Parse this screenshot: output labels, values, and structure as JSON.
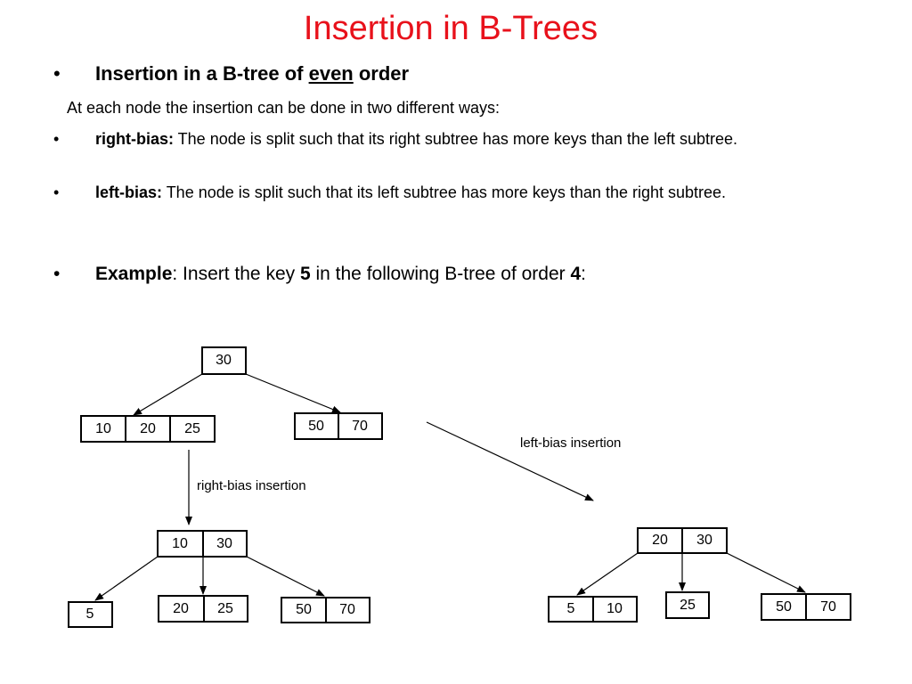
{
  "title": "Insertion in B-Trees",
  "heading": {
    "bullet": "•",
    "prefix": "Insertion in a B-tree of ",
    "emph": "even",
    "suffix": " order"
  },
  "intro": "At each node the insertion can be done in two different ways:",
  "bullets": [
    {
      "bullet": "•",
      "term": "right-bias:",
      "text": " The node is split such that its right subtree has more keys than the left subtree."
    },
    {
      "bullet": "•",
      "term": "left-bias:",
      "text": " The node is split such that its left subtree has more keys than the right subtree."
    }
  ],
  "example": {
    "bullet": "•",
    "term": "Example",
    "t1": ": Insert the key ",
    "key": "5",
    "t2": " in the following B-tree of order ",
    "order": "4",
    "t3": ":"
  },
  "diagram": {
    "original": {
      "root": [
        "30"
      ],
      "left": [
        "10",
        "20",
        "25"
      ],
      "right": [
        "50",
        "70"
      ]
    },
    "right_bias_label": "right-bias insertion",
    "left_bias_label": "left-bias insertion",
    "right_bias_result": {
      "root": [
        "10",
        "30"
      ],
      "children": [
        [
          "5"
        ],
        [
          "20",
          "25"
        ],
        [
          "50",
          "70"
        ]
      ]
    },
    "left_bias_result": {
      "root": [
        "20",
        "30"
      ],
      "children": [
        [
          "5",
          "10"
        ],
        [
          "25"
        ],
        [
          "50",
          "70"
        ]
      ]
    }
  }
}
